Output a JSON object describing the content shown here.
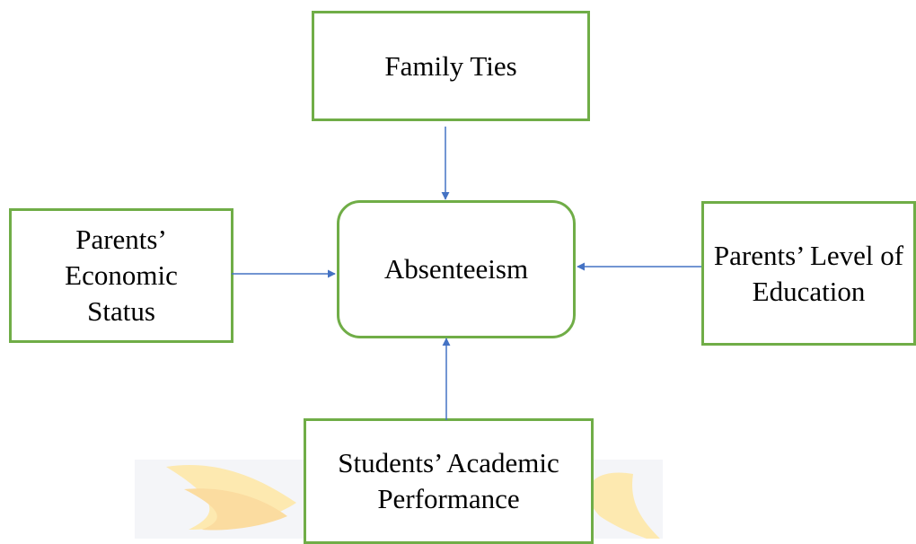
{
  "diagram": {
    "nodes": {
      "family_ties": "Family Ties",
      "economic_status": "Parents’ Economic Status",
      "absenteeism": "Absenteeism",
      "education_level": "Parents’ Level of Education",
      "academic_performance": "Students’ Academic Performance"
    },
    "edges": [
      {
        "from": "family_ties",
        "to": "absenteeism"
      },
      {
        "from": "economic_status",
        "to": "absenteeism"
      },
      {
        "from": "education_level",
        "to": "absenteeism"
      },
      {
        "from": "academic_performance",
        "to": "absenteeism"
      }
    ],
    "colors": {
      "box_border": "#70ad47",
      "arrow": "#4472c4",
      "watermark_band": "#f4f5f8",
      "watermark_wing": "#fde9b0",
      "watermark_accent": "#f6c8c8"
    }
  }
}
